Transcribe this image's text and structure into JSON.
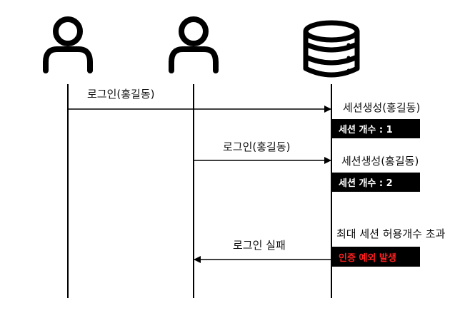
{
  "participants": [
    {
      "id": "user1",
      "icon": "user-icon"
    },
    {
      "id": "user2",
      "icon": "user-icon"
    },
    {
      "id": "server",
      "icon": "database-icon"
    }
  ],
  "messages": [
    {
      "from": "user1",
      "to": "server",
      "label": "로그인(홍길동)"
    },
    {
      "from": "user2",
      "to": "server",
      "label": "로그인(홍길동)"
    },
    {
      "from": "server",
      "to": "user2",
      "label": "로그인 실패"
    }
  ],
  "notes": [
    {
      "text": "세션생성(홍길동)",
      "badge": "세션 개수 : 1",
      "badge_color": "#ffffff"
    },
    {
      "text": "세션생성(홍길동)",
      "badge": "세션 개수 : 2",
      "badge_color": "#ffffff"
    },
    {
      "text": "최대 세션 허용개수 초과",
      "badge": "인증 예외 발생",
      "badge_color": "#ff2020"
    }
  ],
  "colors": {
    "line": "#000000",
    "badge_bg": "#000000",
    "error": "#ff2020"
  }
}
